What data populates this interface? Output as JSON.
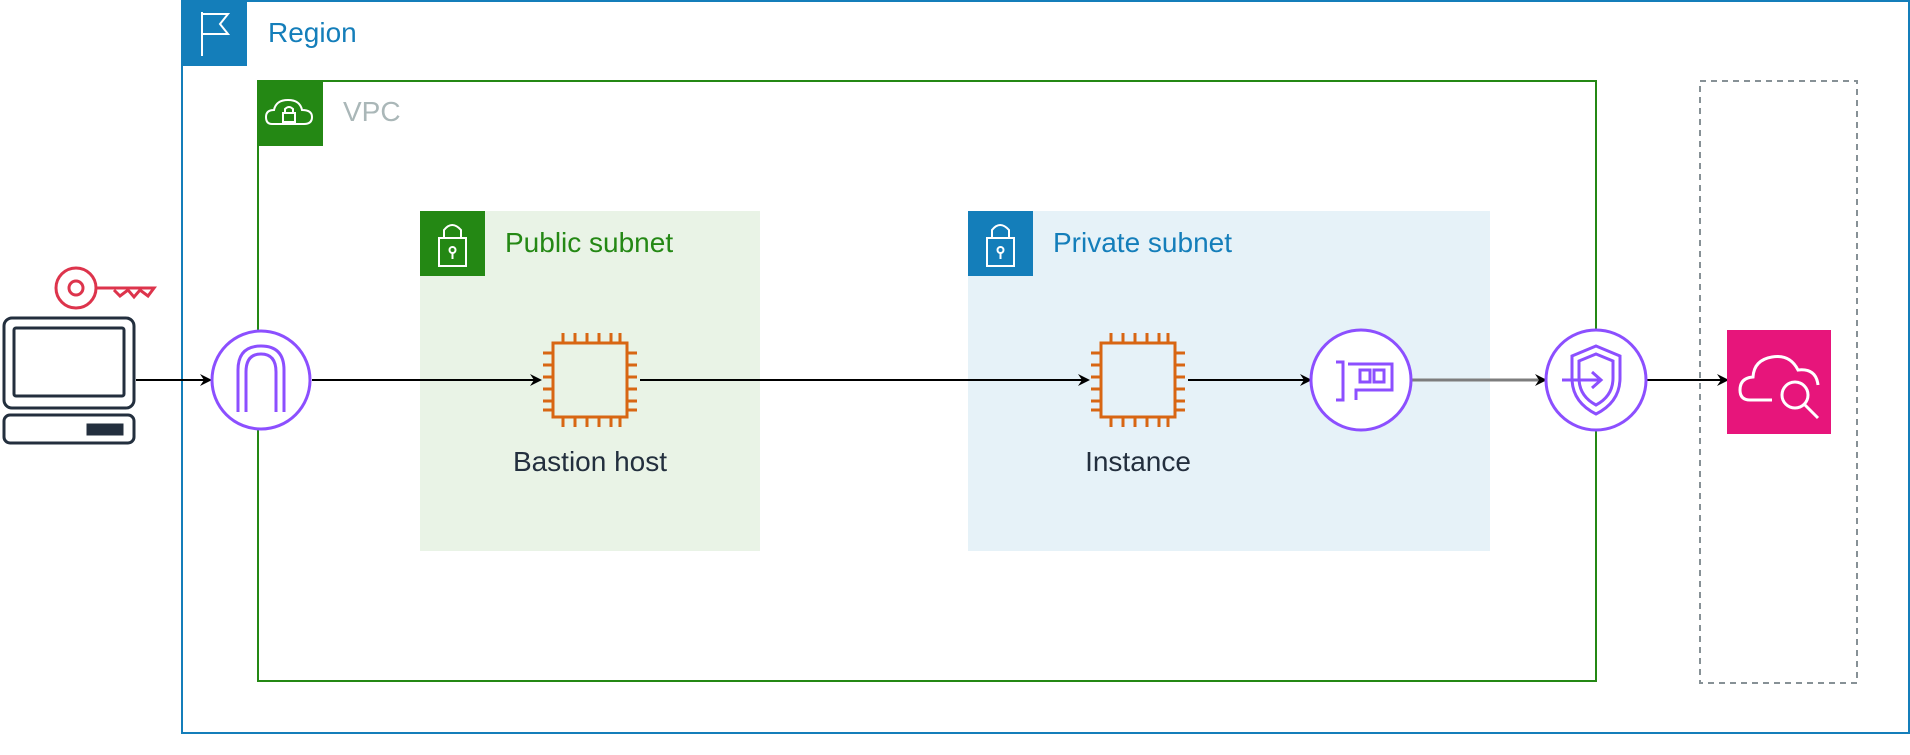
{
  "region": {
    "label": "Region"
  },
  "vpc": {
    "label": "VPC"
  },
  "public_subnet": {
    "label": "Public subnet"
  },
  "private_subnet": {
    "label": "Private subnet"
  },
  "bastion": {
    "label": "Bastion host"
  },
  "instance": {
    "label": "Instance"
  },
  "icons": {
    "client": "computer-icon",
    "key": "key-icon",
    "internet_gateway": "internet-gateway-icon",
    "bastion": "ec2-instance-icon",
    "instance": "ec2-instance-icon",
    "eni": "elastic-network-interface-icon",
    "endpoint": "vpc-endpoint-icon",
    "service": "cloud-search-icon"
  },
  "colors": {
    "region": "#147EBA",
    "vpc": "#248814",
    "public_subnet_fill": "#E9F3E6",
    "public_subnet_text": "#248814",
    "private_subnet_fill": "#E6F2F8",
    "private_subnet_text": "#147EBA",
    "vpc_label_text": "#AAB7B8",
    "compute": "#D86613",
    "networking": "#8C4FFF",
    "key": "#DD344C",
    "service_bg": "#E7157B",
    "client": "#232F3E",
    "dashed_box": "#879196"
  }
}
